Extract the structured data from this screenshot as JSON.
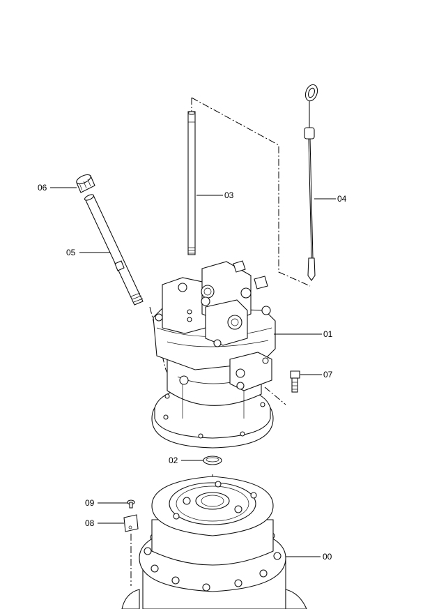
{
  "callouts": [
    {
      "id": "00"
    },
    {
      "id": "01"
    },
    {
      "id": "02"
    },
    {
      "id": "03"
    },
    {
      "id": "04"
    },
    {
      "id": "05"
    },
    {
      "id": "06"
    },
    {
      "id": "07"
    },
    {
      "id": "08"
    },
    {
      "id": "09"
    }
  ]
}
